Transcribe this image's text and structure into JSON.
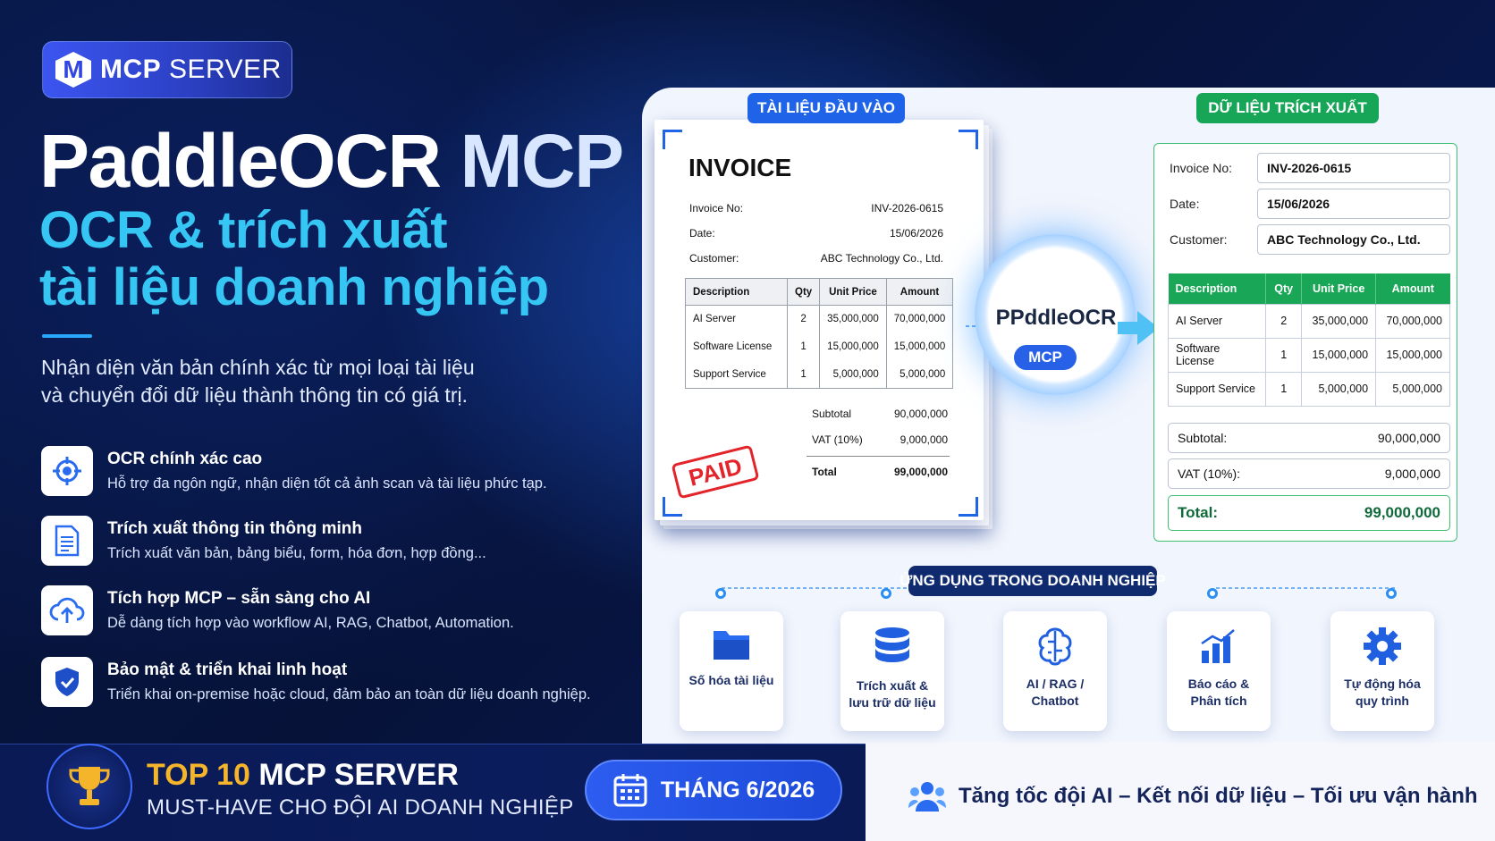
{
  "badge": {
    "logo_letter": "M",
    "mcp": "MCP",
    "server": "SERVER"
  },
  "headline": {
    "title_main": "PaddleOCR",
    "title_accent": "MCP",
    "subtitle_line1": "OCR & trích xuất",
    "subtitle_line2": "tài liệu doanh nghiệp"
  },
  "description": {
    "line1": "Nhận diện văn bản chính xác từ mọi loại tài liệu",
    "line2": "và chuyển đổi dữ liệu thành thông tin có giá trị."
  },
  "features": [
    {
      "icon": "target-icon",
      "title": "OCR chính xác cao",
      "desc": "Hỗ trợ đa ngôn ngữ, nhận diện tốt cả ảnh scan và tài liệu phức tạp."
    },
    {
      "icon": "document-icon",
      "title": "Trích xuất thông tin thông minh",
      "desc": "Trích xuất văn bản, bảng biểu, form, hóa đơn, hợp đồng..."
    },
    {
      "icon": "cloud-upload-icon",
      "title": "Tích hợp MCP – sẵn sàng cho AI",
      "desc": "Dễ dàng tích hợp vào workflow AI, RAG, Chatbot, Automation."
    },
    {
      "icon": "shield-check-icon",
      "title": "Bảo mật & triển khai linh hoạt",
      "desc": "Triển khai on-premise hoặc cloud, đảm bảo an toàn dữ liệu doanh nghiệp."
    }
  ],
  "award": {
    "top10_prefix": "TOP 10",
    "top10_suffix": "MCP SERVER",
    "must_have": "MUST-HAVE CHO ĐỘI AI DOANH NGHIỆP",
    "month": "THÁNG 6/2026"
  },
  "input_tag": "TÀI LIỆU ĐẦU VÀO",
  "output_tag": "DỮ LIỆU TRÍCH XUẤT",
  "invoice": {
    "title": "INVOICE",
    "fields": [
      {
        "label": "Invoice No:",
        "value": "INV-2026-0615"
      },
      {
        "label": "Date:",
        "value": "15/06/2026"
      },
      {
        "label": "Customer:",
        "value": "ABC Technology Co., Ltd."
      }
    ],
    "columns": [
      "Description",
      "Qty",
      "Unit Price",
      "Amount"
    ],
    "rows": [
      [
        "AI Server",
        "2",
        "35,000,000",
        "70,000,000"
      ],
      [
        "Software License",
        "1",
        "15,000,000",
        "15,000,000"
      ],
      [
        "Support Service",
        "1",
        "5,000,000",
        "5,000,000"
      ]
    ],
    "subtotal_label": "Subtotal",
    "subtotal": "90,000,000",
    "vat_label": "VAT (10%)",
    "vat": "9,000,000",
    "total_label": "Total",
    "total": "99,000,000",
    "stamp": "PAID"
  },
  "engine": {
    "name": "PPddleOCR",
    "pill": "MCP"
  },
  "extracted": {
    "fields": [
      {
        "label": "Invoice No:",
        "value": "INV-2026-0615"
      },
      {
        "label": "Date:",
        "value": "15/06/2026"
      },
      {
        "label": "Customer:",
        "value": "ABC Technology Co., Ltd."
      }
    ],
    "columns": [
      "Description",
      "Qty",
      "Unit Price",
      "Amount"
    ],
    "rows": [
      [
        "AI Server",
        "2",
        "35,000,000",
        "70,000,000"
      ],
      [
        "Software License",
        "1",
        "15,000,000",
        "15,000,000"
      ],
      [
        "Support Service",
        "1",
        "5,000,000",
        "5,000,000"
      ]
    ],
    "subtotal_label": "Subtotal:",
    "subtotal": "90,000,000",
    "vat_label": "VAT (10%):",
    "vat": "9,000,000",
    "total_label": "Total:",
    "total": "99,000,000"
  },
  "apps": {
    "tag": "ỨNG DỤNG TRONG DOANH NGHIỆP",
    "items": [
      {
        "icon": "folder-icon",
        "line1": "Số hóa tài liệu",
        "line2": ""
      },
      {
        "icon": "database-icon",
        "line1": "Trích xuất &",
        "line2": "lưu trữ dữ liệu"
      },
      {
        "icon": "brain-chip-icon",
        "line1": "AI / RAG /",
        "line2": "Chatbot"
      },
      {
        "icon": "bar-chart-icon",
        "line1": "Báo cáo &",
        "line2": "Phân tích"
      },
      {
        "icon": "gear-icon",
        "line1": "Tự động hóa",
        "line2": "quy trình"
      }
    ]
  },
  "tagline": "Tăng tốc đội AI – Kết nối dữ liệu – Tối ưu vận hành",
  "colors": {
    "navy": "#061031",
    "accent_cyan": "#35c6f4",
    "blue": "#1f64e8",
    "green": "#17a557",
    "gold": "#f5b52a",
    "stamp_red": "#e3242b"
  }
}
